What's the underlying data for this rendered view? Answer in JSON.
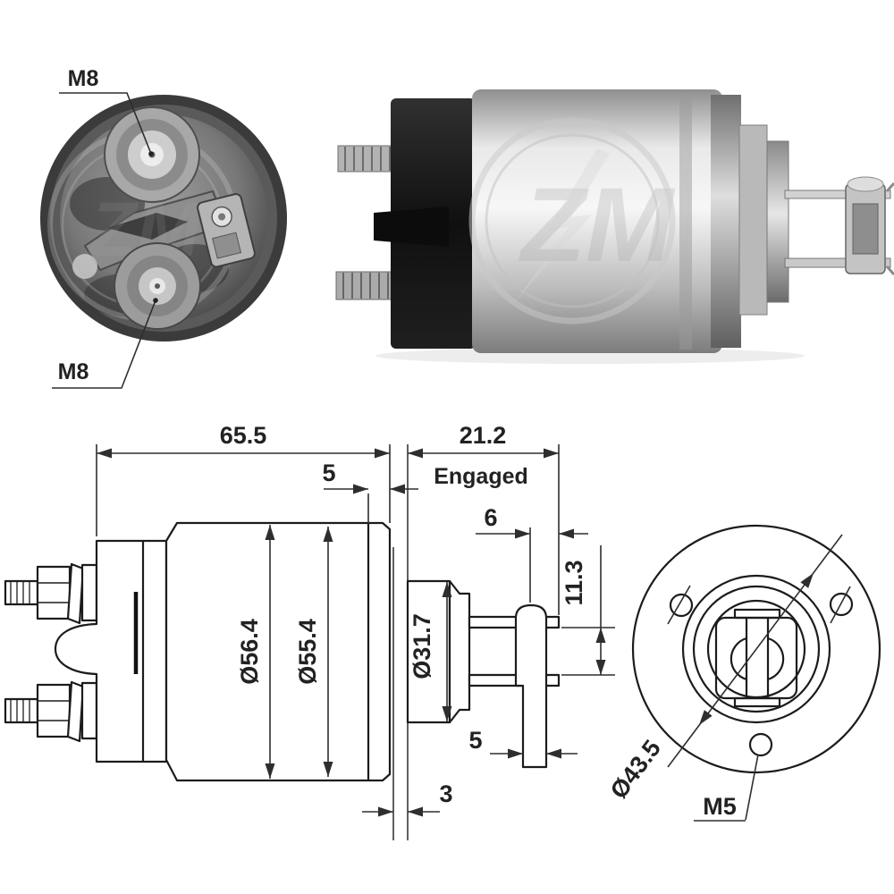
{
  "colors": {
    "background": "#ffffff",
    "drawing_line": "#1c1c1c",
    "dimension_line": "#2e2e2e",
    "photo_dark": "#1a1a1a",
    "photo_metal": "#c9c9c9"
  },
  "photos": {
    "end_view": {
      "label_top": "M8",
      "label_bottom": "M8",
      "watermark": "ZM"
    },
    "side_view": {
      "watermark": "ZM"
    }
  },
  "side_drawing": {
    "dims": {
      "overall_length": "65.5",
      "engaged_length": "21.2",
      "engaged_label": "Engaged",
      "end_ring_width": "5",
      "pin_to_fork_end": "6",
      "fork_slot_height": "11.3",
      "body_outer_dia": "Ø56.4",
      "body_inner_dia": "Ø55.4",
      "front_dia": "Ø31.7",
      "stem_width": "5",
      "flange_gap": "3"
    }
  },
  "rear_drawing": {
    "dims": {
      "bolt_circle_dia": "Ø43.5",
      "hole_thread": "M5"
    }
  }
}
